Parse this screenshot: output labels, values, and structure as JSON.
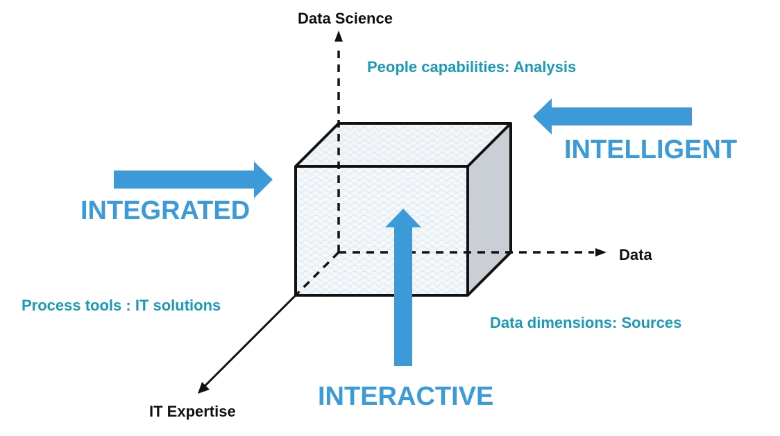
{
  "colors": {
    "accent": "#3d9ad9",
    "label_teal": "#1a9ab6",
    "line": "#111111",
    "cube_fill": "#f2f6f8",
    "cube_side": "#c9cfd4"
  },
  "axes": {
    "vertical": "Data Science",
    "horizontal": "Data",
    "depth": "IT Expertise"
  },
  "dimensions": {
    "vertical": "People capabilities: Analysis",
    "horizontal": "Data dimensions: Sources",
    "depth": "Process tools : IT solutions"
  },
  "qualities": {
    "left": "INTEGRATED",
    "right": "INTELLIGENT",
    "bottom": "INTERACTIVE"
  }
}
